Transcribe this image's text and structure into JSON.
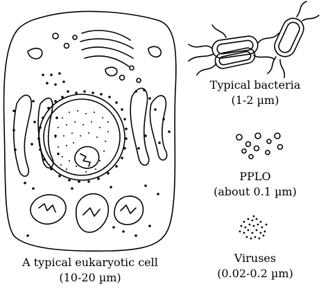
{
  "colors": {
    "ink": "#000000",
    "paper": "#ffffff"
  },
  "labels": {
    "cell_line1": "A typical eukaryotic cell",
    "cell_line2": "(10-20 µm)",
    "bacteria_line1": "Typical bacteria",
    "bacteria_line2": "(1-2 µm)",
    "pplo_line1": "PPLO",
    "pplo_line2": "(about 0.1 µm)",
    "virus_line1": "Viruses",
    "virus_line2": "(0.02-0.2 µm)"
  }
}
